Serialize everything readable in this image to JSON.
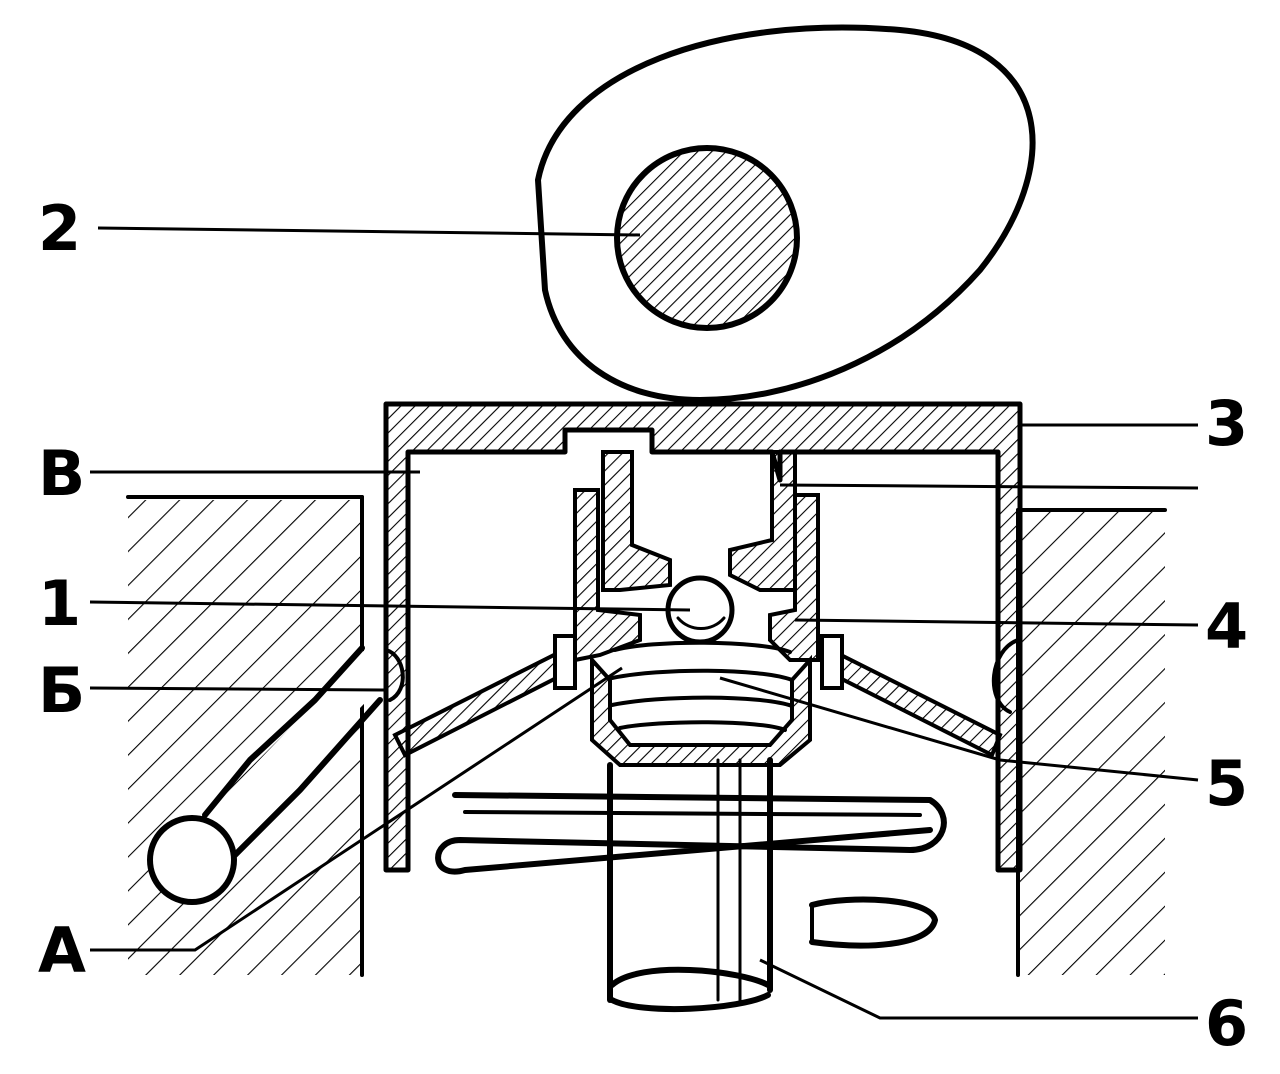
{
  "labels": {
    "camshaft": "2",
    "tappet_body": "3",
    "chamber_upper": "В",
    "ball_valve": "1",
    "oil_channel": "Б",
    "plunger_sleeve": "4",
    "spring": "5",
    "inlet_hole": "А",
    "valve_stem": "6"
  },
  "colors": {
    "ink": "#000000",
    "paper": "#ffffff"
  }
}
